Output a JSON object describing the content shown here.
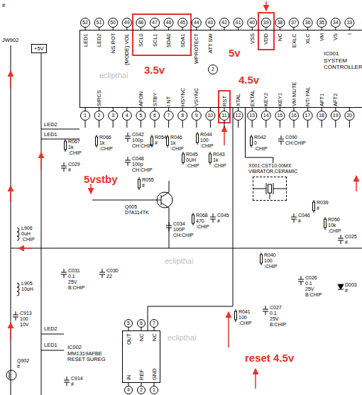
{
  "diagram": {
    "nodes": [
      {
        "text": [
          "+5V"
        ]
      },
      {
        "text": [
          "IC001 SYSTEM CONTROLLER"
        ]
      },
      {
        "text": [
          "X001 CST10.00MX VIBRATOR,CERAMIC"
        ]
      },
      {
        "text": [
          "IC002 MM1319AFBE RESET SUREG"
        ]
      }
    ],
    "edges": [
      {
        "from": 2,
        "to": 1,
        "arrow": "none"
      },
      {
        "from": 3,
        "to": 1,
        "arrow": "none"
      }
    ],
    "labels": [
      "52",
      "51",
      "50",
      "49",
      "48",
      "47",
      "46",
      "45",
      "44",
      "43",
      "42",
      "41",
      "40",
      "39",
      "38",
      "37",
      "36",
      "35",
      "34",
      "33",
      "LED1",
      "LED2",
      "NS ROT",
      "(MODE) VOL",
      "SCL0",
      "SCL1",
      "SDA0",
      "SDA1",
      "WPROTECT",
      "ATT SW",
      "VSS",
      "VDD",
      "NC",
      "EXLC",
      "XLC",
      "VM",
      "VS",
      "I",
      "1",
      "2",
      "3",
      "4",
      "5",
      "6",
      "7",
      "8",
      "9",
      "10",
      "11",
      "12",
      "13",
      "14",
      "15",
      "16",
      "17",
      "18",
      "19",
      "20",
      "SIRCS",
      "APON",
      "STBY",
      "I NT",
      "HSYNC",
      "VSYNC",
      "RST",
      "XTAL",
      "EXTAL",
      "KEY2",
      "KEY1",
      "VM MUTE",
      "NT/ PAL",
      "AFT1",
      "AFT2",
      "2",
      "3.5v",
      "5v",
      "4.5v",
      "5vstby",
      "reset 4.5v",
      "eclipthai",
      "eclipthai",
      "eclipthai",
      "#",
      "JW902",
      "LED2",
      "LED1",
      "LED2",
      "LED1",
      "R067 1k :CHIP",
      "C029 #",
      "R066 1k :CHIP",
      "C042 100p CH:CHIP",
      "C048 100p CH:CHIP",
      "R054 #",
      "R046 1k :CHIP",
      "R045 0UH :CHIP",
      "R044 100 :CHIP",
      "R043 1k :CHIP",
      "R042 0 :CHIP",
      "C090 CH:CHIP",
      "R055 #",
      "Q005 DTA114TK",
      "C034 100P CH:CHIP",
      "R068 470 :CHIP",
      "C045 #",
      "C046 #",
      "R039 #",
      "R050 10k :CHIP",
      "C025 #",
      "R040 100 :CHIP",
      "C026 0.1 25V B:CHIP",
      "D003 #",
      "R041 100 :CHIP",
      "C027 0.1 25V B:CHIP",
      "C031 0.1 25V B:CHIP",
      "C030 22",
      "L906 0uH :CHIP",
      "L905 10uH",
      "C913 100 10V",
      "Q902 #",
      "C914 #",
      "5",
      "6",
      "7",
      "4",
      "2",
      "1",
      "OUT",
      "NC",
      "NC",
      "IN",
      "REF",
      "GND"
    ]
  }
}
